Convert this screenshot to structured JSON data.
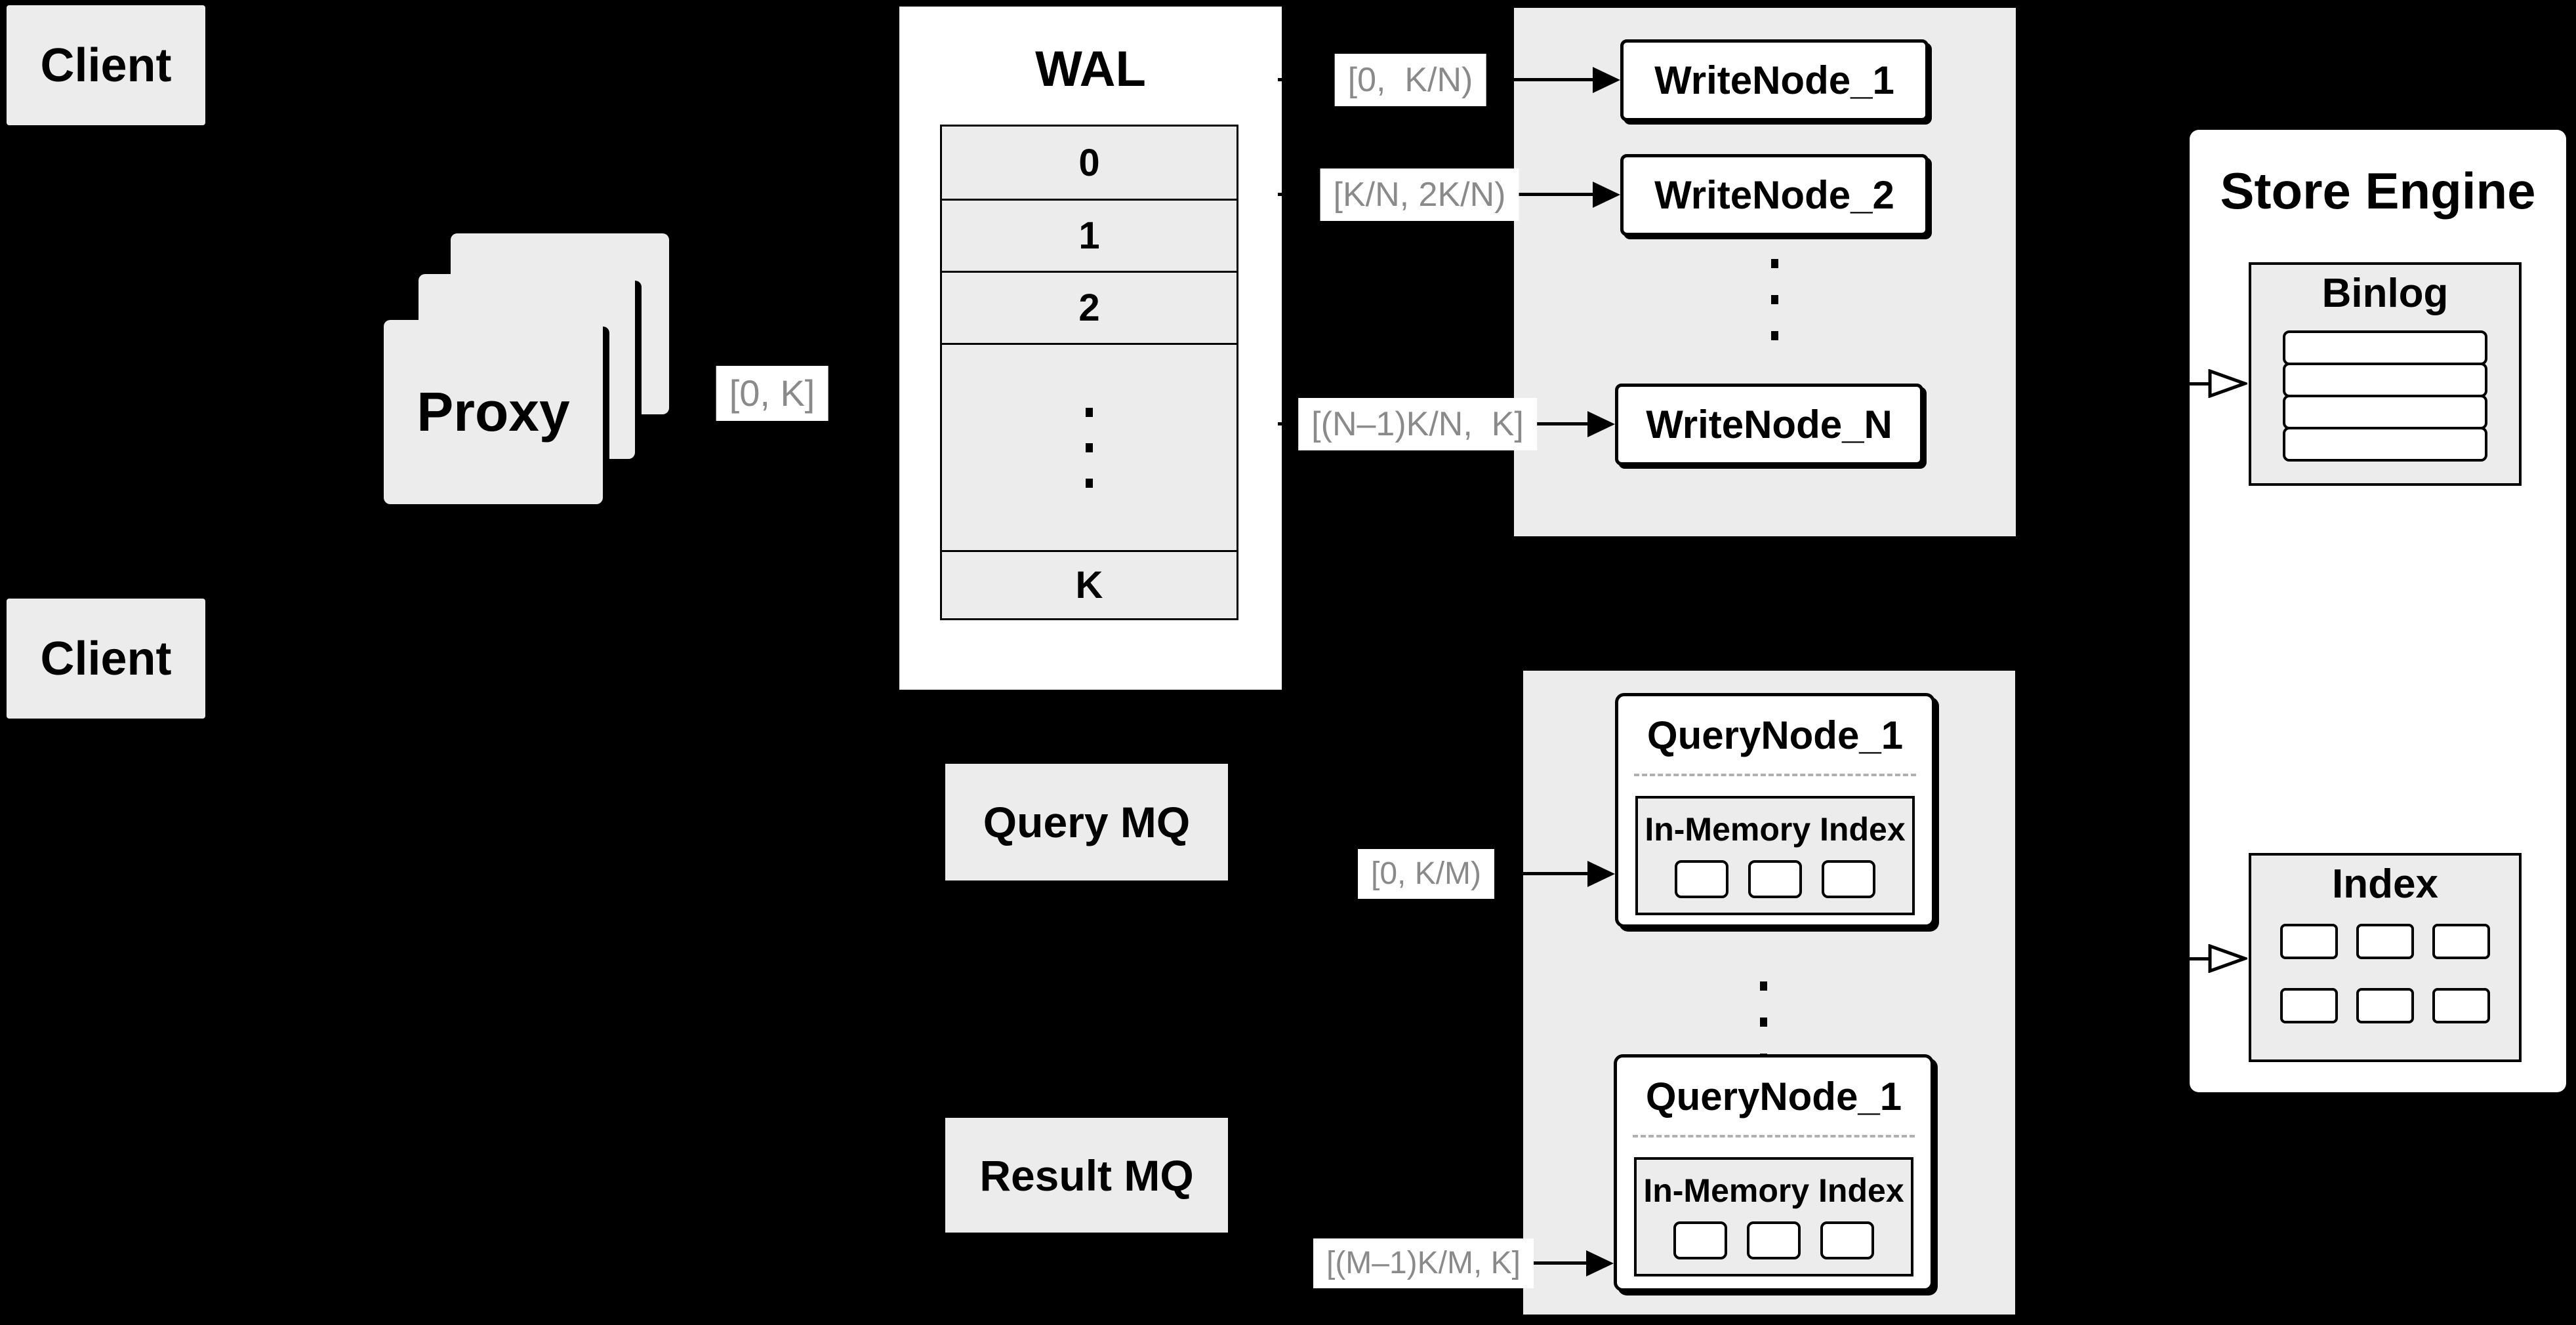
{
  "clients": {
    "top": "Client",
    "bottom": "Client"
  },
  "proxy": {
    "label": "Proxy"
  },
  "wal": {
    "title": "WAL",
    "rows": [
      "0",
      "1",
      "2"
    ],
    "last_row": "K"
  },
  "edge_labels": {
    "proxy_to_wal": "[0, K]",
    "wal_to_writenode_1": "[0,  K/N)",
    "wal_to_writenode_2": "[K/N, 2K/N)",
    "wal_to_writenode_n": "[(N–1)K/N,  K]",
    "mq_to_querynode_1": "[0, K/M)",
    "mq_to_querynode_m": "[(M–1)K/M, K]"
  },
  "write_nodes": {
    "node1": "WriteNode_1",
    "node2": "WriteNode_2",
    "nodeN": "WriteNode_N"
  },
  "message_queues": {
    "query": "Query MQ",
    "result": "Result MQ"
  },
  "query_nodes": {
    "top": {
      "title": "QueryNode_1",
      "memory_index": "In-Memory Index"
    },
    "bottom": {
      "title": "QueryNode_1",
      "memory_index": "In-Memory Index"
    }
  },
  "store_engine": {
    "title": "Store Engine",
    "binlog": "Binlog",
    "index": "Index"
  },
  "colors": {
    "background": "#000000",
    "box_fill": "#ececec",
    "node_fill": "#ffffff",
    "border": "#000000",
    "label_text": "#8a8a8a",
    "title_text": "#000000"
  }
}
